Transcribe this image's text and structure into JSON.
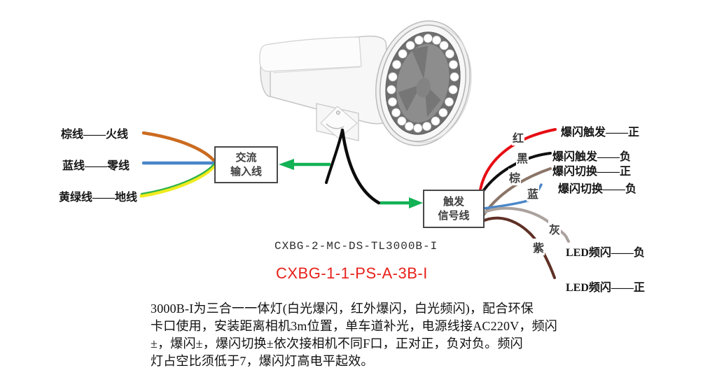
{
  "ac_section": {
    "box_line1": "交流",
    "box_line2": "输入线",
    "wires": [
      {
        "label": "棕线——火线",
        "color": "#cb6b20"
      },
      {
        "label": "蓝线——零线",
        "color": "#4a86c8"
      },
      {
        "label": "黄绿线——地线",
        "color_yellow": "#efeb1f",
        "color_green": "#2fb34a"
      }
    ]
  },
  "trigger_section": {
    "box_line1": "触发",
    "box_line2": "信号线",
    "wires": [
      {
        "name": "红",
        "color": "#e60e14",
        "terminal": "爆闪触发——正"
      },
      {
        "name": "黑",
        "color": "#101010",
        "terminal": "爆闪触发——负"
      },
      {
        "name": "棕",
        "color": "#8b7568",
        "terminal": "爆闪切换——正"
      },
      {
        "name": "蓝",
        "color": "#4a86c8",
        "terminal": "爆闪切换——负"
      },
      {
        "name": "灰",
        "color": "#aba29e",
        "terminal": "LED频闪——负"
      },
      {
        "name": "紫",
        "color": "#5f3026",
        "terminal": "LED频闪——正"
      }
    ]
  },
  "models": {
    "primary": "CXBG-2-MC-DS-TL3000B-I",
    "secondary": "CXBG-1-1-PS-A-3B-I",
    "secondary_color": "#e8201a"
  },
  "arrows": {
    "color": "#12b255"
  },
  "description": {
    "lines": [
      "3000B-I为三合一一体灯(白光爆闪，红外爆闪，白光频闪)，配合环保",
      "卡口使用，安装距离相机3m位置，单车道补光，电源线接AC220V，频闪",
      "±，爆闪±，爆闪切换±依次接相机不同F口，正对正，负对负。频闪",
      "灯占空比须低于7，爆闪灯高电平起效。"
    ]
  }
}
